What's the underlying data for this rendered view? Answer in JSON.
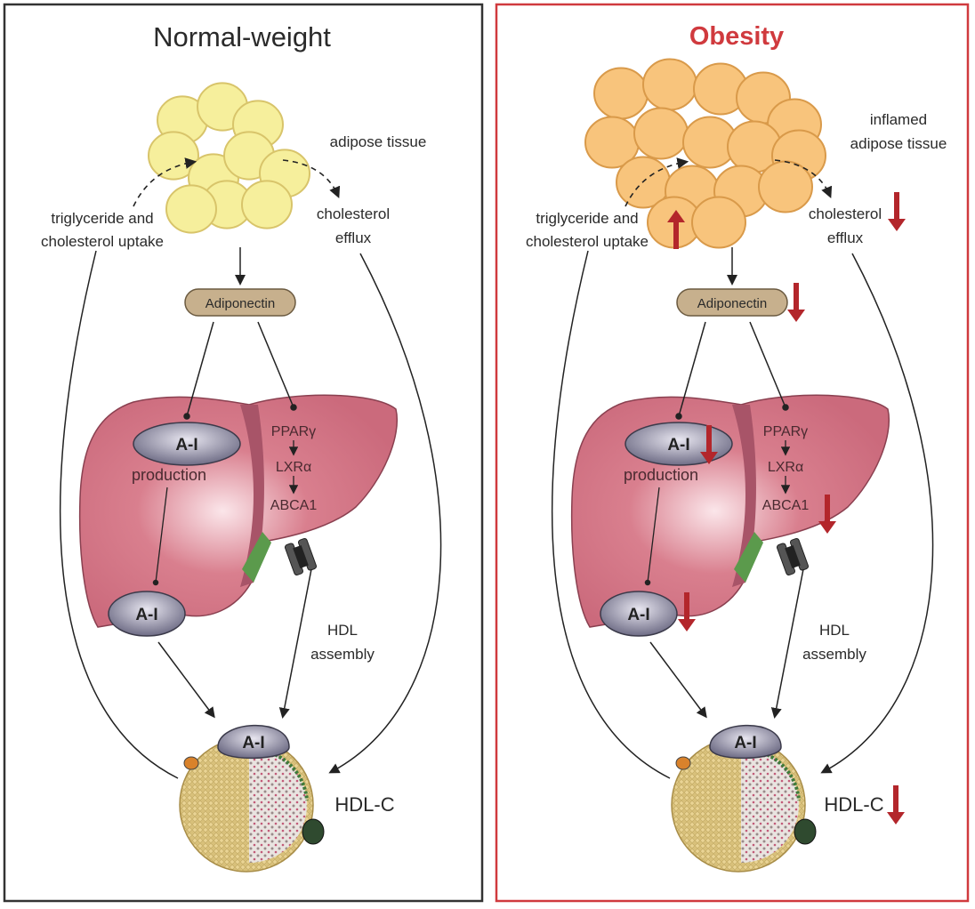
{
  "panels": [
    {
      "title": "Normal-weight",
      "tissue_label": [
        "adipose tissue"
      ],
      "uptake_label": [
        "triglyceride and",
        "cholesterol uptake"
      ],
      "efflux_label": [
        "cholesterol",
        "efflux"
      ],
      "adiponectin": "Adiponectin",
      "apo_top": "A-I",
      "production": "production",
      "apo_bottom": "A-I",
      "pathway": [
        "PPARγ",
        "LXRα",
        "ABCA1"
      ],
      "hdl_assembly": [
        "HDL",
        "assembly"
      ],
      "hdl_apo": "A-I",
      "hdlc": "HDL-C",
      "cell_color": "#f6ef9c"
    },
    {
      "title": "Obesity",
      "tissue_label": [
        "inflamed",
        "adipose tissue"
      ],
      "uptake_label": [
        "triglyceride and",
        "cholesterol uptake"
      ],
      "efflux_label": [
        "cholesterol",
        "efflux"
      ],
      "adiponectin": "Adiponectin",
      "apo_top": "A-I",
      "production": "production",
      "apo_bottom": "A-I",
      "pathway": [
        "PPARγ",
        "LXRα",
        "ABCA1"
      ],
      "hdl_assembly": [
        "HDL",
        "assembly"
      ],
      "hdl_apo": "A-I",
      "hdlc": "HDL-C",
      "cell_color": "#f8c47c",
      "changes": {
        "uptake": "up",
        "efflux": "down",
        "adiponectin": "down",
        "apo_production": "down",
        "abca1": "down",
        "apo_secreted": "down",
        "hdlc": "down"
      }
    }
  ],
  "colors": {
    "normal_border": "#333333",
    "obesity_border": "#d03a3e",
    "obesity_title": "#d03a3e",
    "change_arrow": "#b3262b",
    "liver": "#cf6f80",
    "apo": "#7c7a92",
    "adiponectin": "#c7b08d"
  }
}
